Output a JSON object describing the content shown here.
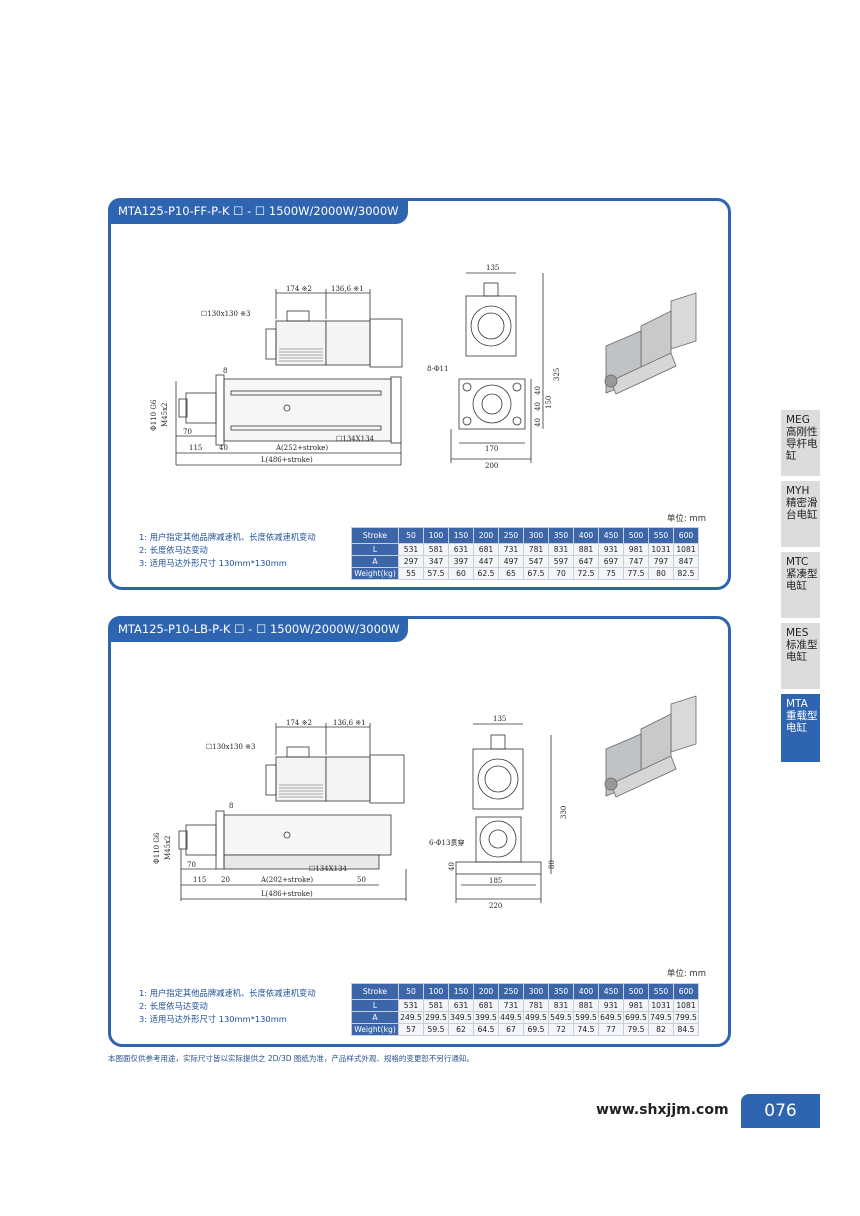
{
  "tabs": [
    {
      "code": "MEG",
      "name_l1": "高刚性",
      "name_l2": "导杆电",
      "name_l3": "缸"
    },
    {
      "code": "MYH",
      "name_l1": "精密滑",
      "name_l2": "台电缸",
      "name_l3": ""
    },
    {
      "code": "MTC",
      "name_l1": "紧凑型",
      "name_l2": "电缸",
      "name_l3": ""
    },
    {
      "code": "MES",
      "name_l1": "标准型",
      "name_l2": "电缸",
      "name_l3": ""
    },
    {
      "code": "MTA",
      "name_l1": "重载型",
      "name_l2": "电缸",
      "name_l3": ""
    }
  ],
  "panels": [
    {
      "title": "MTA125-P10-FF-P-K ☐ - ☐ 1500W/2000W/3000W",
      "dims": {
        "d174": "174 ※2",
        "d136": "136,6 ※1",
        "motor": "☐130x130 ※3",
        "d8": "8",
        "phi110": "Φ110 G6",
        "m45": "M45x2",
        "d70": "70",
        "d115": "115",
        "d40": "40",
        "a": "A(252+stroke)",
        "l": "L(486+stroke)",
        "flange": "☐134X134",
        "top135": "135",
        "hole": "8-Φ11",
        "h325": "325",
        "h150": "150",
        "h40a": "40",
        "h40b": "40",
        "h40c": "40",
        "w170": "170",
        "w200": "200"
      },
      "unit": "单位: mm",
      "notes": [
        "1: 用户指定其他品牌减速机、长度依减速机变动",
        "2: 长度依马达变动",
        "3: 适用马达外形尺寸 130mm*130mm"
      ],
      "table": {
        "header": [
          "Stroke",
          "50",
          "100",
          "150",
          "200",
          "250",
          "300",
          "350",
          "400",
          "450",
          "500",
          "550",
          "600"
        ],
        "rows": [
          [
            "L",
            "531",
            "581",
            "631",
            "681",
            "731",
            "781",
            "831",
            "881",
            "931",
            "981",
            "1031",
            "1081"
          ],
          [
            "A",
            "297",
            "347",
            "397",
            "447",
            "497",
            "547",
            "597",
            "647",
            "697",
            "747",
            "797",
            "847"
          ],
          [
            "Weight(kg)",
            "55",
            "57.5",
            "60",
            "62.5",
            "65",
            "67.5",
            "70",
            "72.5",
            "75",
            "77.5",
            "80",
            "82.5"
          ]
        ]
      }
    },
    {
      "title": "MTA125-P10-LB-P-K ☐ - ☐ 1500W/2000W/3000W",
      "dims": {
        "d174": "174 ※2",
        "d136": "136,6 ※1",
        "motor": "☐130x130 ※3",
        "d8": "8",
        "phi110": "Φ110 G6",
        "m45": "M45x2",
        "d70": "70",
        "d115": "115",
        "d20": "20",
        "a": "A(202+stroke)",
        "d50": "50",
        "l": "L(486+stroke)",
        "flange": "☐134X134",
        "top135": "135",
        "hole": "6-Φ13贯穿",
        "h330": "330",
        "h40": "40",
        "h80": "80",
        "w185": "185",
        "w220": "220"
      },
      "unit": "单位: mm",
      "notes": [
        "1: 用户指定其他品牌减速机、长度依减速机变动",
        "2: 长度依马达变动",
        "3: 适用马达外形尺寸 130mm*130mm"
      ],
      "table": {
        "header": [
          "Stroke",
          "50",
          "100",
          "150",
          "200",
          "250",
          "300",
          "350",
          "400",
          "450",
          "500",
          "550",
          "600"
        ],
        "rows": [
          [
            "L",
            "531",
            "581",
            "631",
            "681",
            "731",
            "781",
            "831",
            "881",
            "931",
            "981",
            "1031",
            "1081"
          ],
          [
            "A",
            "249.5",
            "299.5",
            "349.5",
            "399.5",
            "449.5",
            "499.5",
            "549.5",
            "599.5",
            "649.5",
            "699.5",
            "749.5",
            "799.5"
          ],
          [
            "Weight(kg)",
            "57",
            "59.5",
            "62",
            "64.5",
            "67",
            "69.5",
            "72",
            "74.5",
            "77",
            "79.5",
            "82",
            "84.5"
          ]
        ]
      }
    }
  ],
  "footnote": "本图面仅供参考用途，实际尺寸皆以实际提供之 2D/3D 图纸为准，产品样式外观、规格的变更恕不另行通知。",
  "url": "www.shxjjm.com",
  "page_number": "076",
  "colors": {
    "brand_blue": "#2f64b0",
    "tab_gray": "#dcdcdc"
  }
}
